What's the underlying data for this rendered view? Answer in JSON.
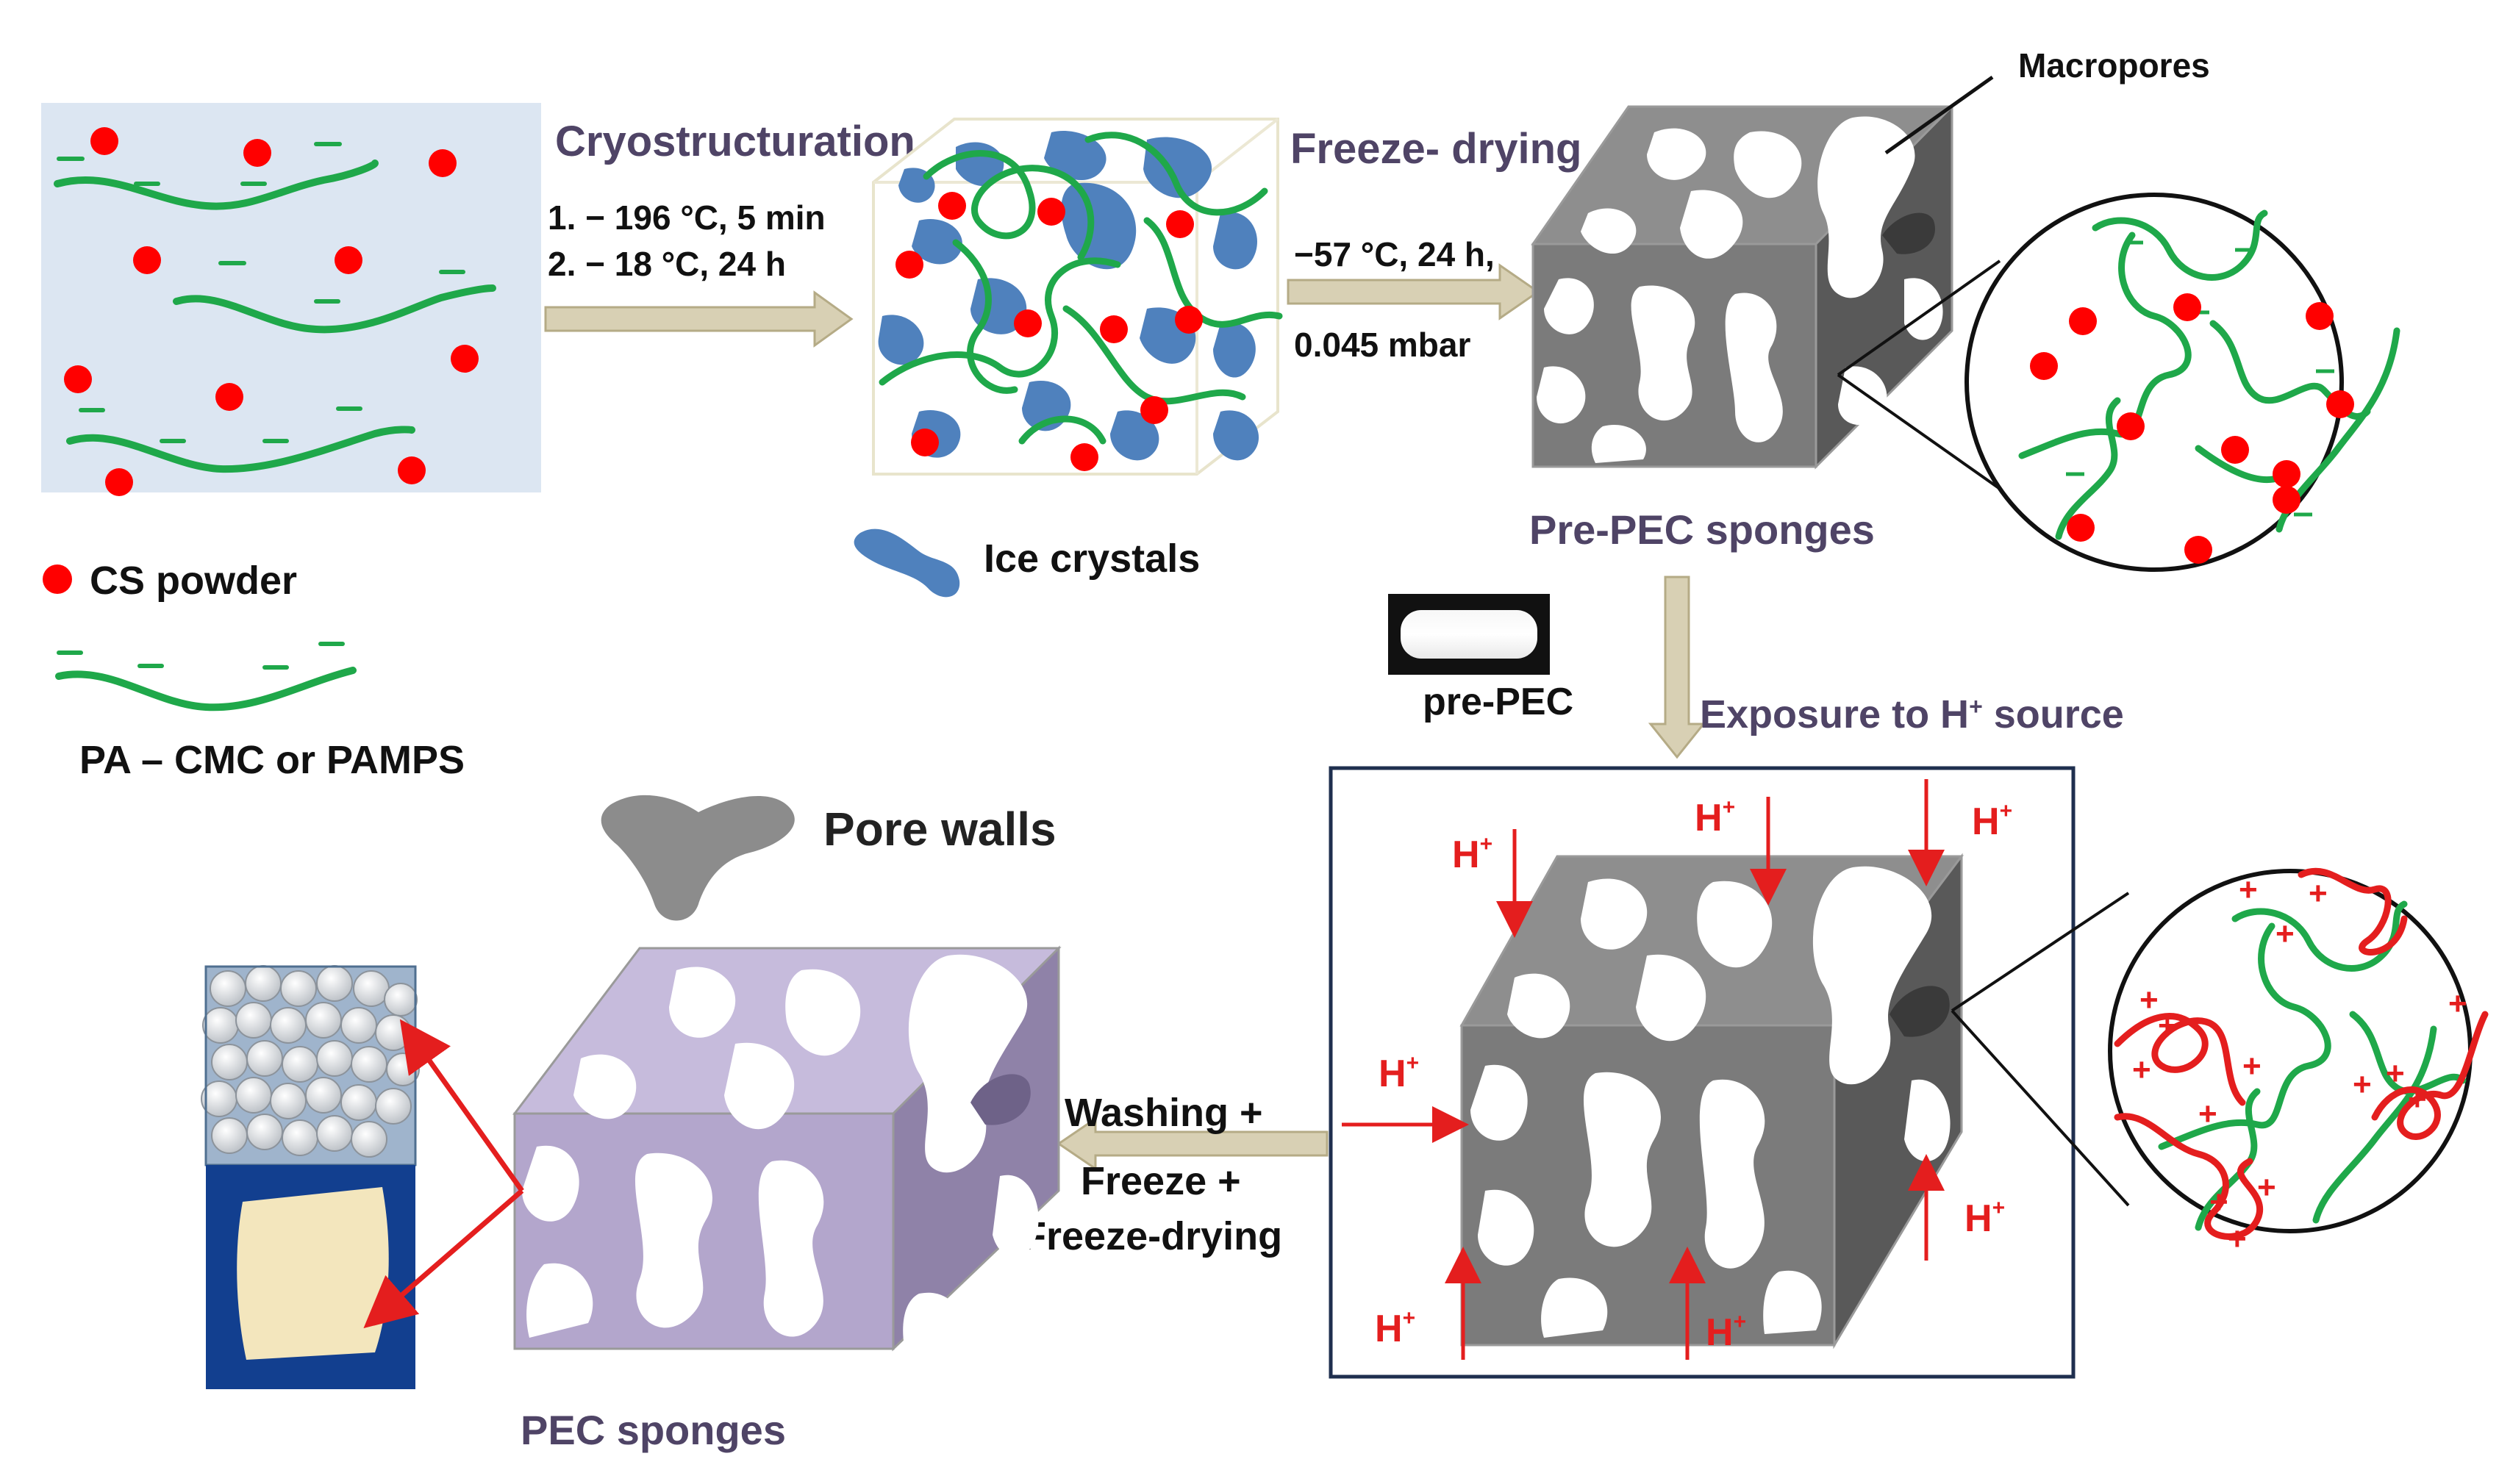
{
  "steps": {
    "cryostructuration": "Cryostructuration",
    "cryo_step1": "1.   − 196 °C, 5 min",
    "cryo_step2": "2.   − 18 °C, 24 h",
    "freeze_drying": "Freeze- drying",
    "freeze_drying_cond1": "−57 °C, 24 h,",
    "freeze_drying_cond2": "0.045 mbar",
    "exposure": "Exposure to H",
    "exposure_sup": "+",
    "exposure_tail": " source",
    "washing_line1": "Washing +",
    "washing_line2": "Freeze +",
    "washing_line3": "Freeze-drying"
  },
  "labels": {
    "macropores": "Macropores",
    "pre_pec_sponges": "Pre-PEC sponges",
    "pre_pec": "pre-PEC",
    "ice_crystals": "Ice crystals",
    "pore_walls": "Pore walls",
    "pec_sponges": "PEC sponges"
  },
  "legend": {
    "cs_powder": "CS powder",
    "polymer": "PA – CMC or PAMPS"
  },
  "protons": {
    "symbol": "H",
    "sup": "+"
  },
  "colors": {
    "solution_bg": "#dce6f2",
    "cs_particle": "#ff0000",
    "polyanion": "#1fa84a",
    "polycation": "#e41e1e",
    "ice": "#4f81bd",
    "pre_pec_cube": "#7f7f7f",
    "pec_cube": "#b3a6cc",
    "step_text": "#4f4466",
    "arrow": "#d8d0b4"
  }
}
